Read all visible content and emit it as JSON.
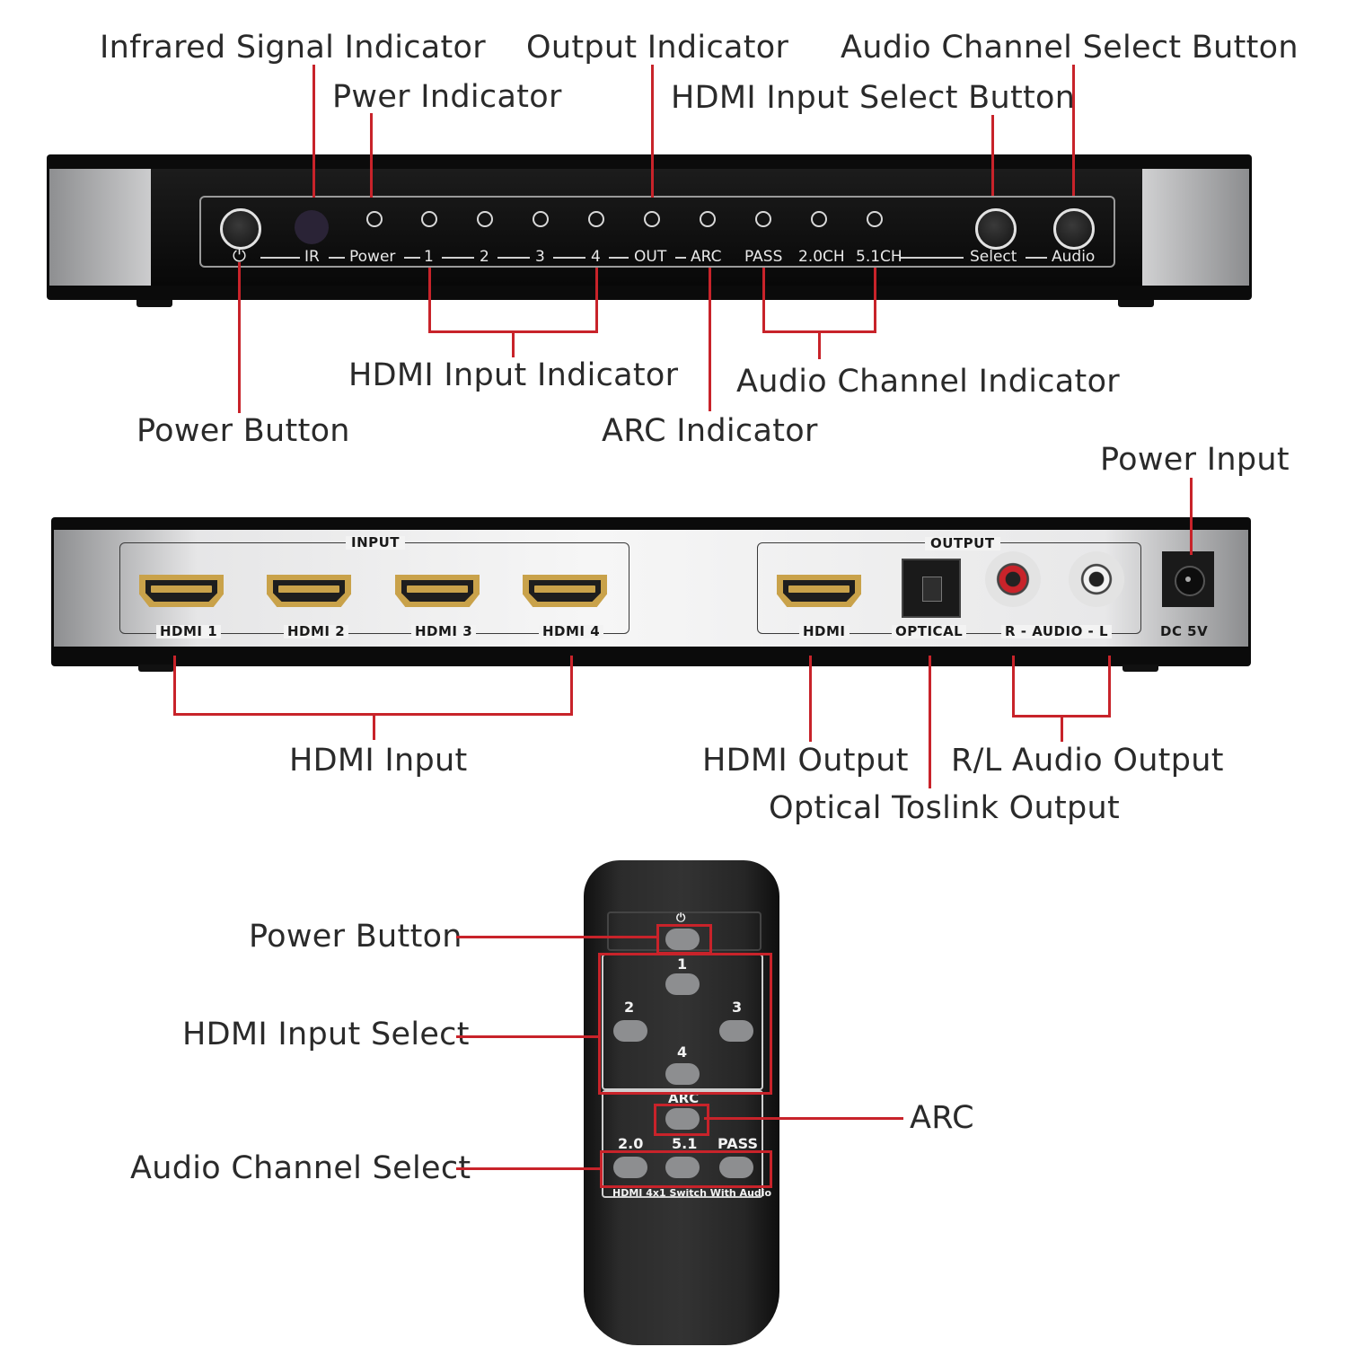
{
  "callouts": {
    "infrared": "Infrared Signal Indicator",
    "output_ind": "Output Indicator",
    "audio_select_btn": "Audio Channel Select Button",
    "power_ind": "Pwer Indicator",
    "hdmi_select_btn": "HDMI Input Select Button",
    "hdmi_input_ind": "HDMI Input Indicator",
    "audio_channel_ind": "Audio Channel Indicator",
    "power_button": "Power Button",
    "arc_ind": "ARC Indicator",
    "power_input": "Power Input",
    "hdmi_input": "HDMI Input",
    "hdmi_output": "HDMI Output",
    "rl_audio": "R/L Audio Output",
    "optical": "Optical Toslink Output",
    "remote_power": "Power Button",
    "remote_hdmi_select": "HDMI Input Select",
    "remote_arc": "ARC",
    "remote_audio_select": "Audio Channel Select"
  },
  "front_panel": {
    "power_icon": "⏻",
    "ir": "IR",
    "power": "Power",
    "n1": "1",
    "n2": "2",
    "n3": "3",
    "n4": "4",
    "out": "OUT",
    "arc": "ARC",
    "pass": "PASS",
    "ch20": "2.0CH",
    "ch51": "5.1CH",
    "select": "Select",
    "audio": "Audio"
  },
  "rear_panel": {
    "input_title": "INPUT",
    "output_title": "OUTPUT",
    "hdmi1": "HDMI 1",
    "hdmi2": "HDMI 2",
    "hdmi3": "HDMI 3",
    "hdmi4": "HDMI 4",
    "hdmi_out": "HDMI",
    "optical": "OPTICAL",
    "audio": "R - AUDIO - L",
    "dc": "DC 5V"
  },
  "remote": {
    "power_icon": "⏻",
    "b1": "1",
    "b2": "2",
    "b3": "3",
    "b4": "4",
    "arc": "ARC",
    "a20": "2.0",
    "a51": "5.1",
    "pass": "PASS",
    "model": "HDMI 4x1 Switch With Audio"
  },
  "colors": {
    "callout_line": "#c8232a",
    "device_body": "#0b0b0b",
    "connector_gold": "#c9a24a"
  }
}
